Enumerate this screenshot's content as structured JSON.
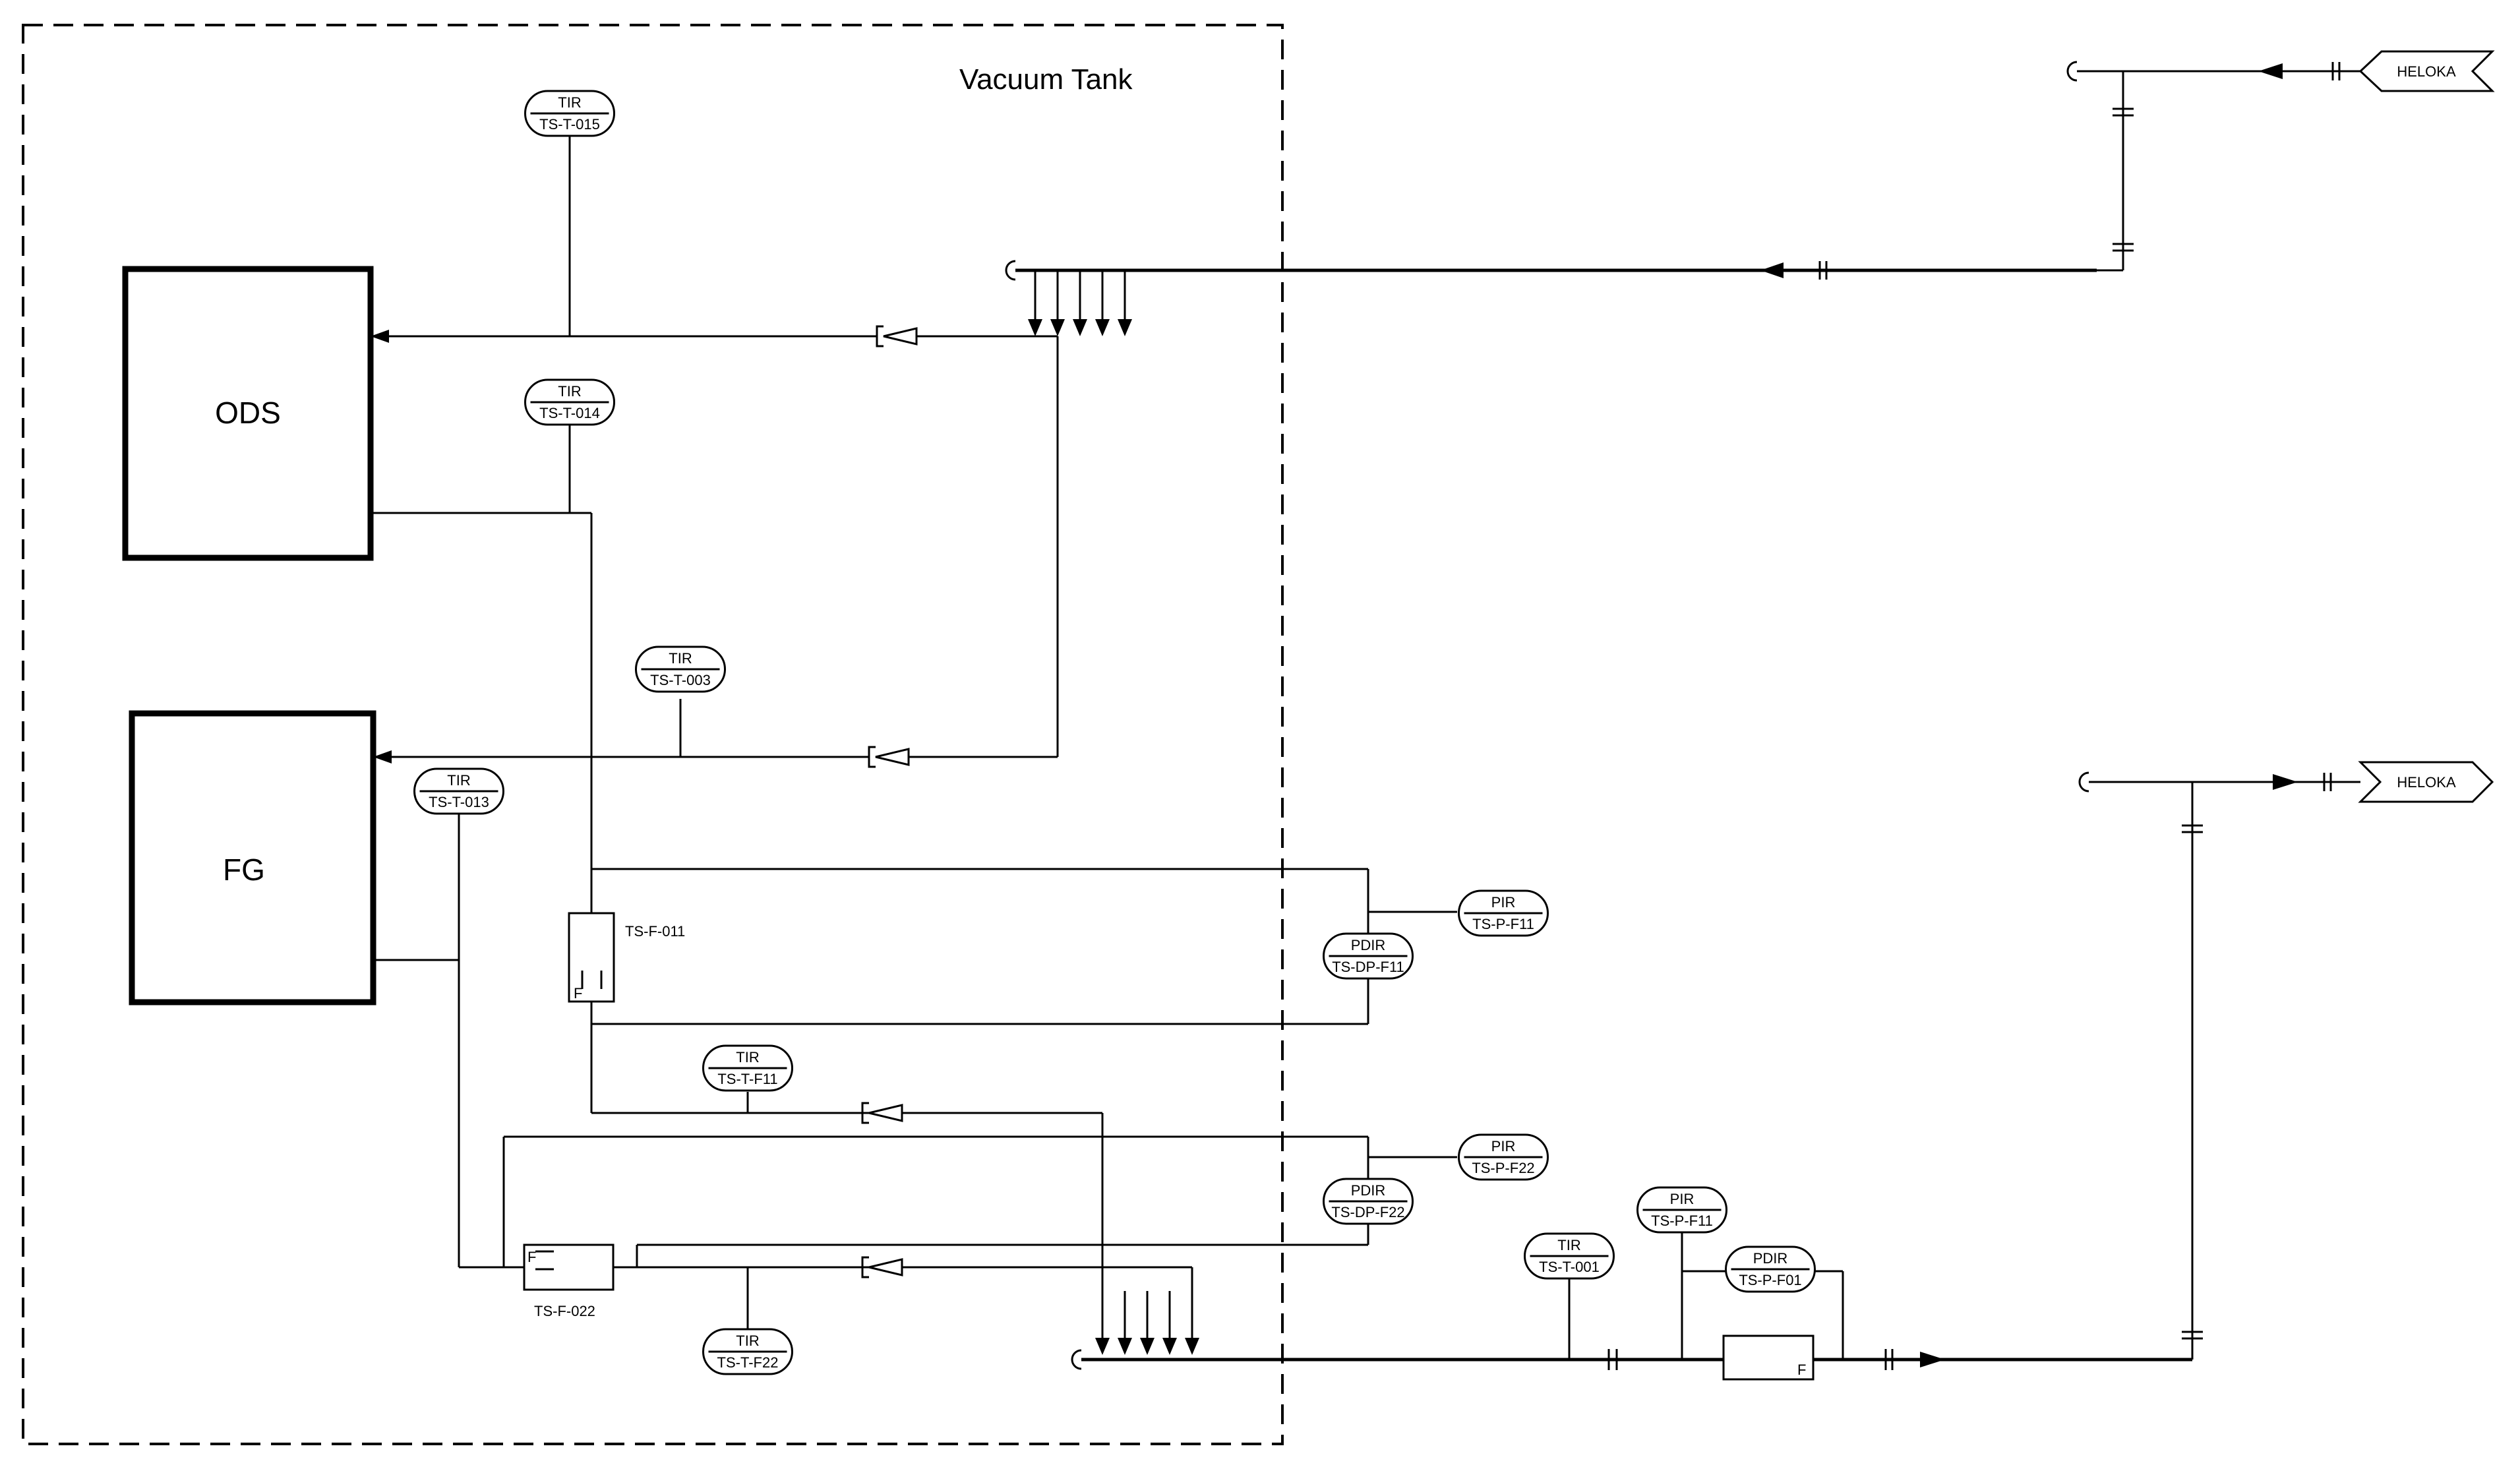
{
  "vessel": {
    "title": "Vacuum Tank"
  },
  "equipment": {
    "ods": "ODS",
    "fg": "FG"
  },
  "offpage": {
    "helo_top": "HELOKA",
    "helo_bottom": "HELOKA"
  },
  "filters": {
    "f011": "TS-F-011",
    "f022": "TS-F-022",
    "f_mark": "F"
  },
  "instruments": {
    "tt015": {
      "fn": "TIR",
      "tag": "TS-T-015"
    },
    "tt014": {
      "fn": "TIR",
      "tag": "TS-T-014"
    },
    "tt003": {
      "fn": "TIR",
      "tag": "TS-T-003"
    },
    "tt013": {
      "fn": "TIR",
      "tag": "TS-T-013"
    },
    "ttf11": {
      "fn": "TIR",
      "tag": "TS-T-F11"
    },
    "ttf22": {
      "fn": "TIR",
      "tag": "TS-T-F22"
    },
    "tt001": {
      "fn": "TIR",
      "tag": "TS-T-001"
    },
    "ppf11": {
      "fn": "PIR",
      "tag": "TS-P-F11"
    },
    "pdf11": {
      "fn": "PDIR",
      "tag": "TS-DP-F11"
    },
    "ppf22": {
      "fn": "PIR",
      "tag": "TS-P-F22"
    },
    "pdf22": {
      "fn": "PDIR",
      "tag": "TS-DP-F22"
    },
    "ppf11b": {
      "fn": "PIR",
      "tag": "TS-P-F11"
    },
    "pdf01": {
      "fn": "PDIR",
      "tag": "TS-P-F01"
    }
  }
}
